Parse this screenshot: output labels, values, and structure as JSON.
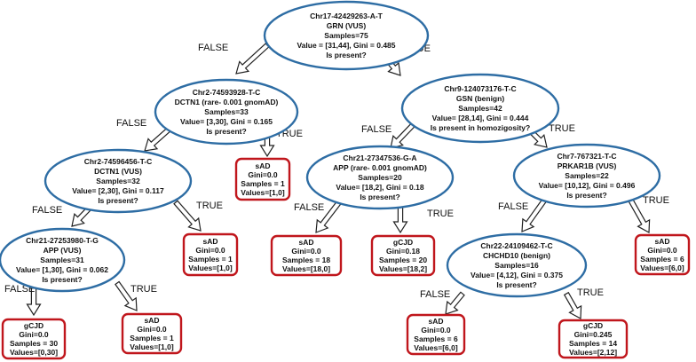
{
  "colors": {
    "node_stroke": "#2e6da4",
    "leaf_stroke": "#c0161c",
    "arrow_stroke": "#222222",
    "text": "#111111"
  },
  "nodes": [
    {
      "id": "root",
      "shape": "ellipse",
      "lines": [
        "Chr17-42429263-A-T",
        "GRN (VUS)",
        "Samples=75",
        "Value = [31,44], Gini = 0.485",
        "Is present?"
      ]
    },
    {
      "id": "n1",
      "shape": "ellipse",
      "lines": [
        "Chr2-74593928-T-C",
        "DCTN1 (rare- 0.001 gnomAD)",
        "Samples=33",
        "Value= [3,30], Gini = 0.165",
        "Is present?"
      ]
    },
    {
      "id": "n2",
      "shape": "ellipse",
      "lines": [
        "Chr9-124073176-T-C",
        "GSN (benign)",
        "Samples=42",
        "Value= [28,14], Gini = 0.444",
        "Is present in homozigosity?"
      ]
    },
    {
      "id": "n3",
      "shape": "ellipse",
      "lines": [
        "Chr2-74596456-T-C",
        "DCTN1 (VUS)",
        "Samples=32",
        "Value= [2,30], Gini = 0.117",
        "Is present?"
      ]
    },
    {
      "id": "leaf_a",
      "shape": "leaf",
      "lines": [
        "sAD",
        "Gini=0.0",
        "Samples = 1",
        "Values=[1,0]"
      ]
    },
    {
      "id": "n4",
      "shape": "ellipse",
      "lines": [
        "Chr21-27347536-G-A",
        "APP (rare- 0.001 gnomAD)",
        "Samples=20",
        "Value= [18,2], Gini = 0.18",
        "Is present?"
      ]
    },
    {
      "id": "n5",
      "shape": "ellipse",
      "lines": [
        "Chr7-767321-T-C",
        "PRKAR1B (VUS)",
        "Samples=22",
        "Value= [10,12], Gini = 0.496",
        "Is present?"
      ]
    },
    {
      "id": "n6",
      "shape": "ellipse",
      "lines": [
        "Chr21-27253980-T-G",
        "APP (VUS)",
        "Samples=31",
        "Value= [1,30], Gini = 0.062",
        "Is present?"
      ]
    },
    {
      "id": "leaf_b",
      "shape": "leaf",
      "lines": [
        "sAD",
        "Gini=0.0",
        "Samples = 1",
        "Values=[1,0]"
      ]
    },
    {
      "id": "leaf_c",
      "shape": "leaf",
      "lines": [
        "sAD",
        "Gini=0.0",
        "Samples = 18",
        "Values=[18,0]"
      ]
    },
    {
      "id": "leaf_d",
      "shape": "leaf",
      "lines": [
        "gCJD",
        "Gini=0.18",
        "Samples = 20",
        "Values=[18,2]"
      ]
    },
    {
      "id": "n7",
      "shape": "ellipse",
      "lines": [
        "Chr22-24109462-T-C",
        "CHCHD10 (benign)",
        "Samples=16",
        "Value= [4,12], Gini = 0.375",
        "Is present?"
      ]
    },
    {
      "id": "leaf_e",
      "shape": "leaf",
      "lines": [
        "sAD",
        "Gini=0.0",
        "Samples = 6",
        "Values=[6,0]"
      ]
    },
    {
      "id": "leaf_f",
      "shape": "leaf",
      "lines": [
        "gCJD",
        "Gini=0.0",
        "Samples = 30",
        "Values=[0,30]"
      ]
    },
    {
      "id": "leaf_g",
      "shape": "leaf",
      "lines": [
        "sAD",
        "Gini=0.0",
        "Samples = 1",
        "Values=[1,0]"
      ]
    },
    {
      "id": "leaf_h",
      "shape": "leaf",
      "lines": [
        "sAD",
        "Gini=0.0",
        "Samples = 6",
        "Values=[6,0]"
      ]
    },
    {
      "id": "leaf_i",
      "shape": "leaf",
      "lines": [
        "gCJD",
        "Gini=0.245",
        "Samples = 14",
        "Values=[2,12]"
      ]
    }
  ],
  "edges": [
    {
      "from": "root",
      "to": "n1",
      "label": "FALSE"
    },
    {
      "from": "root",
      "to": "n2",
      "label": "TRUE"
    },
    {
      "from": "n1",
      "to": "n3",
      "label": "FALSE"
    },
    {
      "from": "n1",
      "to": "leaf_a",
      "label": "TRUE"
    },
    {
      "from": "n2",
      "to": "n4",
      "label": "FALSE"
    },
    {
      "from": "n2",
      "to": "n5",
      "label": "TRUE"
    },
    {
      "from": "n3",
      "to": "n6",
      "label": "FALSE"
    },
    {
      "from": "n3",
      "to": "leaf_b",
      "label": "TRUE"
    },
    {
      "from": "n4",
      "to": "leaf_c",
      "label": "FALSE"
    },
    {
      "from": "n4",
      "to": "leaf_d",
      "label": "TRUE"
    },
    {
      "from": "n5",
      "to": "n7",
      "label": "FALSE"
    },
    {
      "from": "n5",
      "to": "leaf_e",
      "label": "TRUE"
    },
    {
      "from": "n6",
      "to": "leaf_f",
      "label": "FALSE"
    },
    {
      "from": "n6",
      "to": "leaf_g",
      "label": "TRUE"
    },
    {
      "from": "n7",
      "to": "leaf_h",
      "label": "FALSE"
    },
    {
      "from": "n7",
      "to": "leaf_i",
      "label": "TRUE"
    }
  ]
}
